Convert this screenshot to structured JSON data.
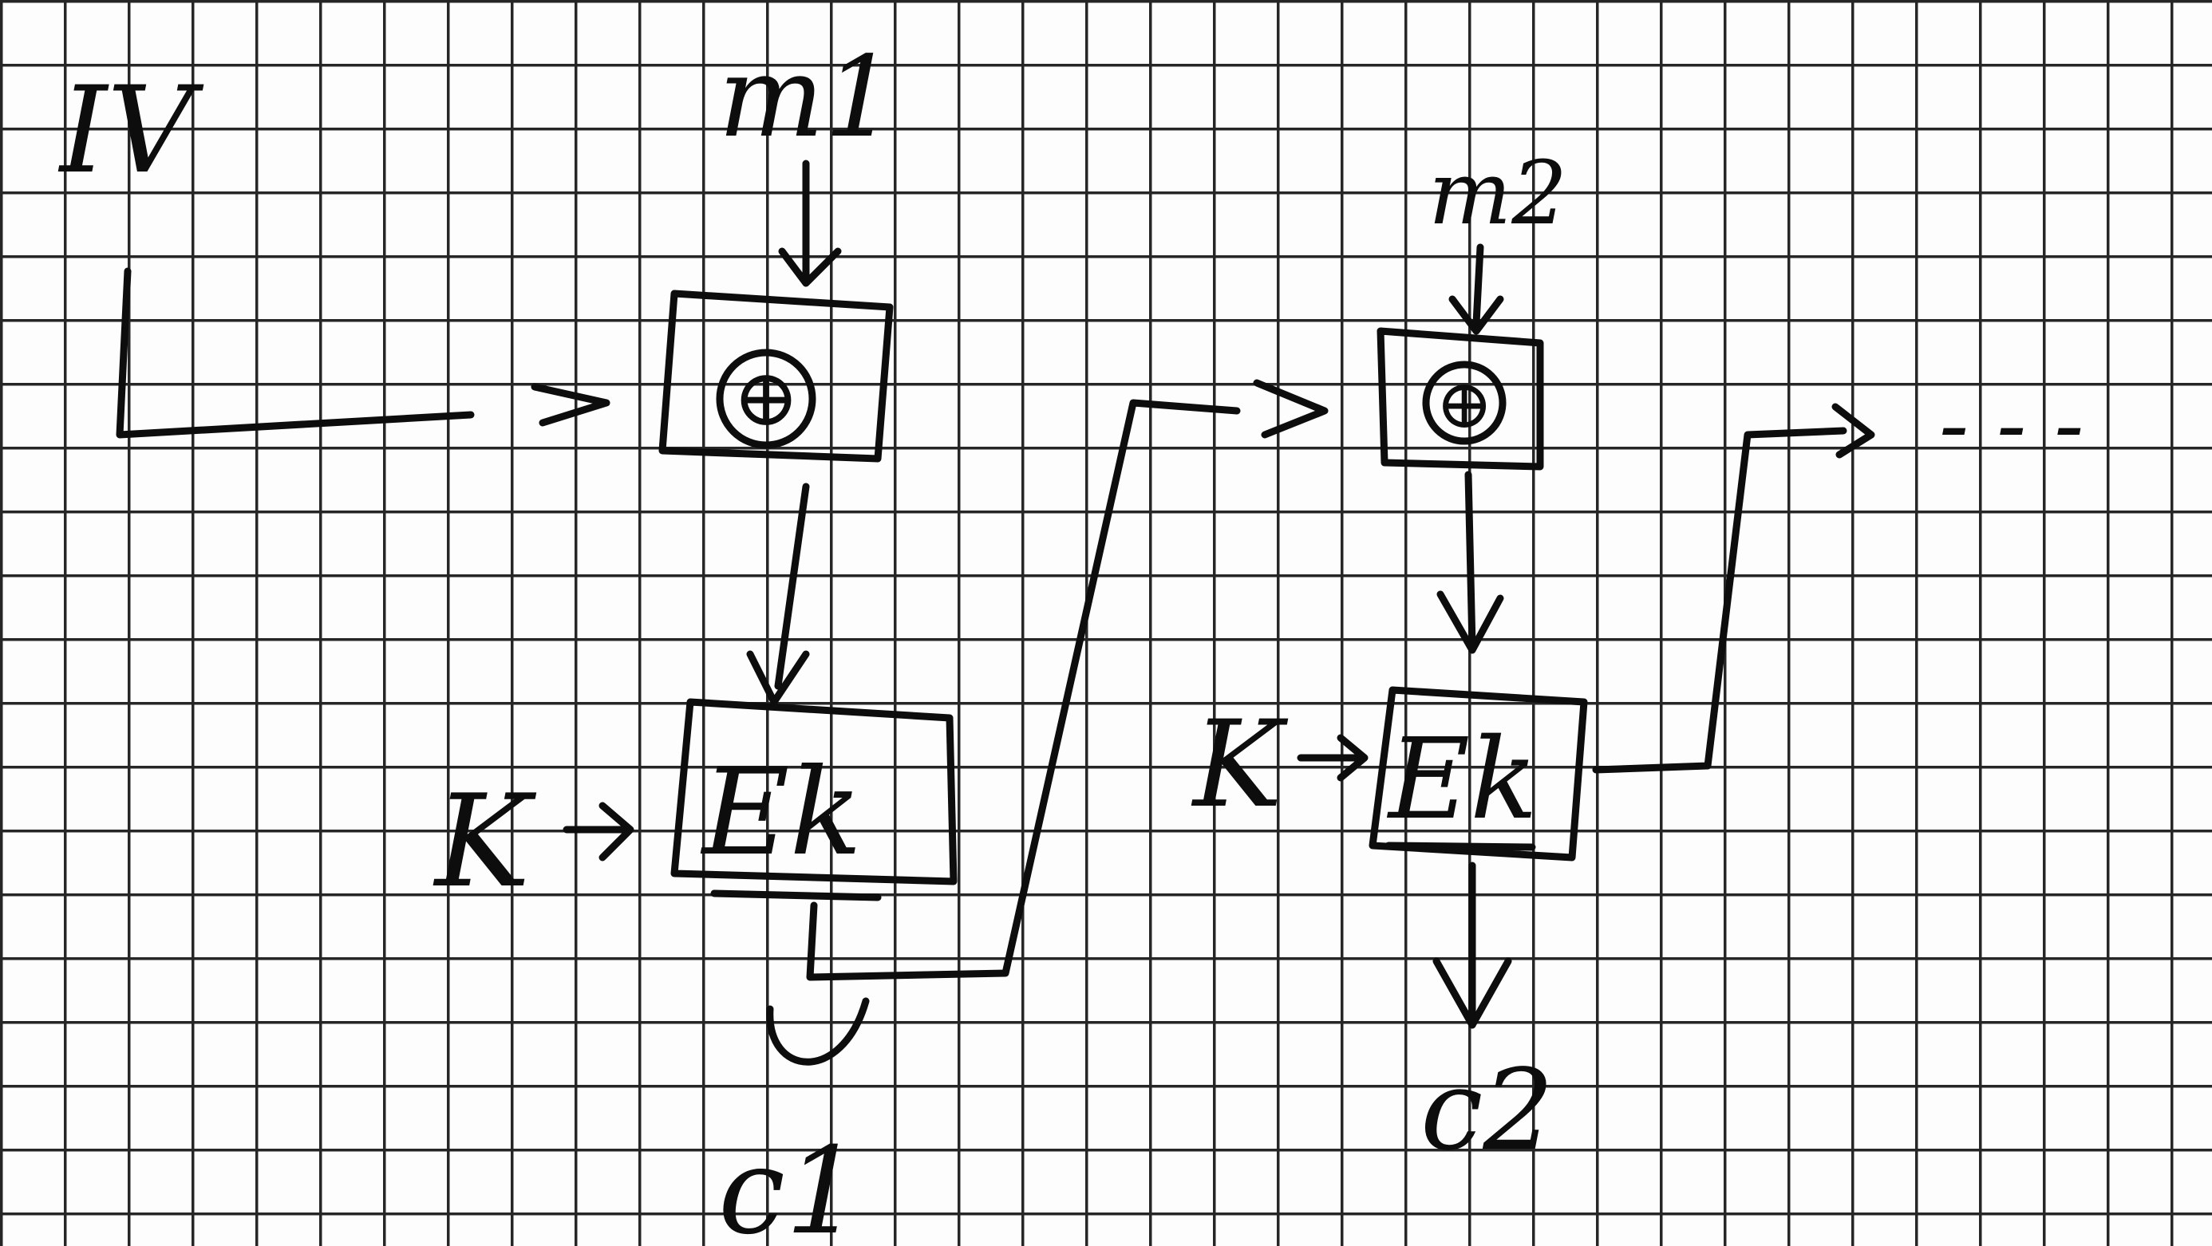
{
  "diagram": {
    "iv_label": "IV",
    "m1_label": "m1",
    "m2_label": "m2",
    "xor_symbol": "⊕",
    "key_label_1": "K",
    "key_label_2": "K",
    "enc1_label": "Ek",
    "enc2_label": "Ek",
    "c1_label": "c1",
    "c2_label": "c2",
    "continuation": "- - -"
  }
}
